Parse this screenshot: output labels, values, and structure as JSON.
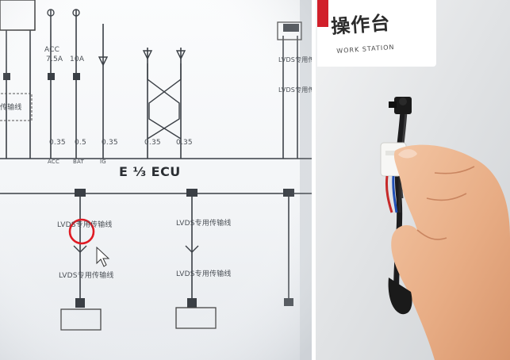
{
  "schematic": {
    "ecu_label": "E ⅓ ECU",
    "pin_labels": {
      "acc": "ACC",
      "bat": "BAT",
      "ig": "IG"
    },
    "fuse_labels": {
      "f1": "ACC",
      "f2": "7.5A",
      "f3": "10A"
    },
    "wire_values": {
      "w1": "0.35",
      "w2": "0.5",
      "w3": "0.35",
      "w4": "0.35",
      "w5": "0.35"
    },
    "lvds_labels": {
      "l1": "LVDS专用传输线",
      "l2": "LVDS专用传输线",
      "l3": "LVDS专用传输线",
      "l4": "LVDS专用传输线",
      "l5": "LVDS专用传输线",
      "l6": "LVDS专用传输线"
    },
    "side_label": "传输线",
    "annotation_color": "#e01b24"
  },
  "photo": {
    "sign_cn": "操作台",
    "sign_en": "WORK STATION",
    "sign_accent": "#d11f2a"
  }
}
